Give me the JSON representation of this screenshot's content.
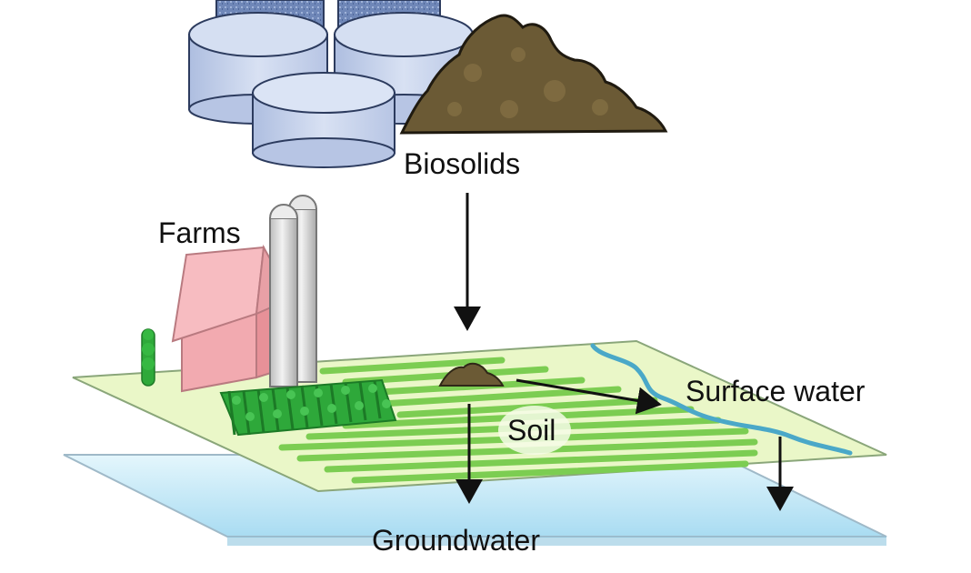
{
  "labels": {
    "biosolids": "Biosolids",
    "farms": "Farms",
    "surface_water": "Surface water",
    "soil": "Soil",
    "groundwater": "Groundwater"
  },
  "colors": {
    "groundwater": "#bfe6f6",
    "soil_field": "#eaf7c8",
    "crop_rows": "#7ccd52",
    "river": "#4aa8c8",
    "barn": "#f2aab0",
    "silo": "#d9d9d9",
    "tank": "#c6d2ea",
    "biosolids": "#6b5a35",
    "corn": "#2ea83a"
  },
  "icons": [
    "storage-tank-icon",
    "biosolids-pile-icon",
    "barn-icon",
    "silo-icon",
    "tree-icon",
    "corn-field-icon",
    "river-icon"
  ]
}
